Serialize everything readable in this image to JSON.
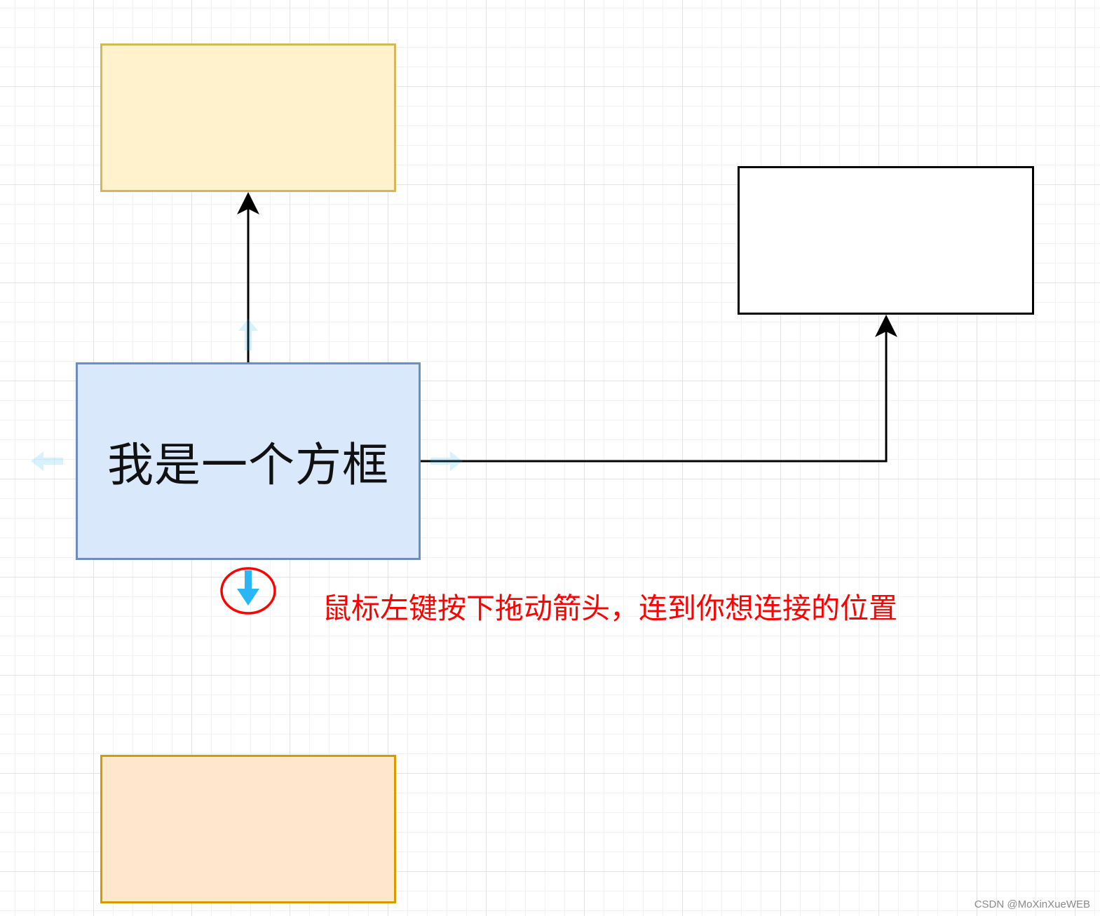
{
  "canvas": {
    "grid_color": "#e3e3e3",
    "background": "#ffffff"
  },
  "shapes": {
    "top": {
      "label": "",
      "fill": "#fff2cc",
      "stroke": "#d6b656"
    },
    "right": {
      "label": "",
      "fill": "#ffffff",
      "stroke": "#000000"
    },
    "main": {
      "label": "我是一个方框",
      "fill": "#dae8fc",
      "stroke": "#6c8ebf"
    },
    "bottom": {
      "label": "",
      "fill": "#ffe6cc",
      "stroke": "#d79b00"
    }
  },
  "connectors": {
    "stroke": "#000000",
    "hover_arrow_color": "#29b6f6",
    "highlight_circle_color": "#ff0000"
  },
  "annotation": {
    "text": "鼠标左键按下拖动箭头，连到你想连接的位置",
    "color": "#ff0000"
  },
  "watermark": {
    "text": "CSDN @MoXinXueWEB"
  }
}
